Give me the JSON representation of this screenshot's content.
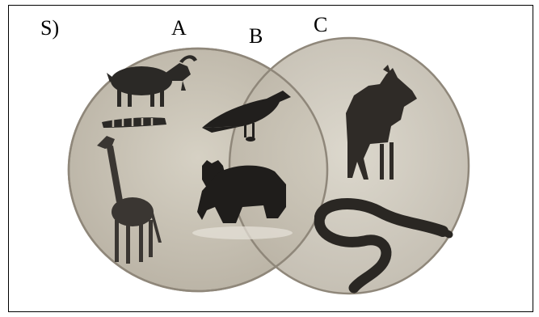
{
  "figure": {
    "label": "S)",
    "regions": {
      "a": "A",
      "b": "B",
      "c": "C"
    }
  },
  "sets": {
    "left_only": [
      "goat-icon",
      "caterpillar-icon",
      "giraffe-icon"
    ],
    "both": [
      "crow-icon",
      "bear-icon"
    ],
    "right_only": [
      "dog-icon",
      "snake-icon"
    ]
  },
  "colors": {
    "circle_fill": "#c9c3b5",
    "circle_stroke": "#8f877a",
    "silhouette": "#2b2926",
    "border": "#000000"
  }
}
